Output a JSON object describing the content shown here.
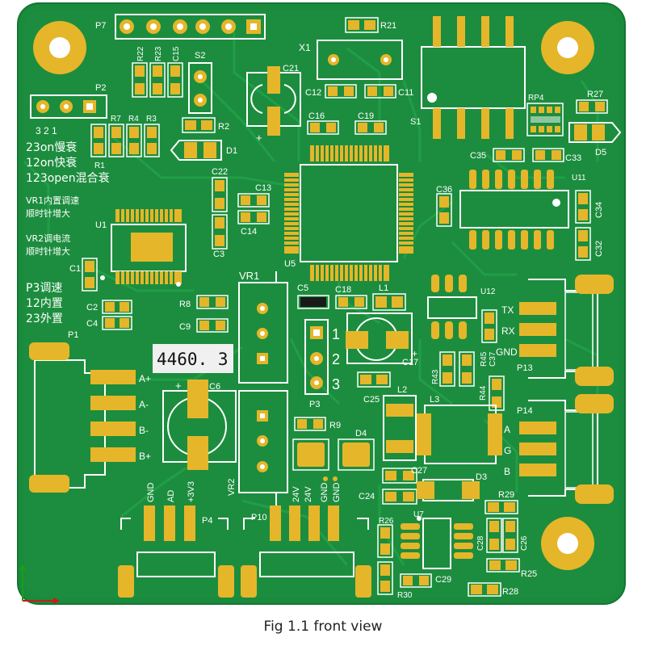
{
  "caption": "Fig 1.1 front view",
  "colors": {
    "board": "#1a8a3c",
    "board_edge": "#157532",
    "trace": "#22a048",
    "copper": "#e5b629",
    "silkscreen": "#ffffff",
    "axis_x": "#d01818",
    "axis_y": "#19a019"
  },
  "designators": {
    "P7": "P7",
    "R22": "R22",
    "R23": "R23",
    "C15": "C15",
    "S2": "S2",
    "R21": "R21",
    "X1": "X1",
    "C21": "C21",
    "C12": "C12",
    "C11": "C11",
    "P2": "P2",
    "R7": "R7",
    "R4": "R4",
    "R3": "R3",
    "R1": "R1",
    "R2": "R2",
    "D1": "D1",
    "C16": "C16",
    "C19": "C19",
    "S1": "S1",
    "RP4": "RP4",
    "R27": "R27",
    "D5": "D5",
    "C35": "C35",
    "C33": "C33",
    "C22": "C22",
    "C13": "C13",
    "C14": "C14",
    "U1": "U1",
    "C3": "C3",
    "C1": "C1",
    "U5": "U5",
    "C36": "C36",
    "U11": "U11",
    "C34": "C34",
    "C32": "C32",
    "VR1": "VR1",
    "C5": "C5",
    "C18": "C18",
    "L1": "L1",
    "U12": "U12",
    "C2": "C2",
    "C4": "C4",
    "R8": "R8",
    "C9": "C9",
    "P1": "P1",
    "C6": "C6",
    "C17": "C17",
    "P3": "P3",
    "R45": "R45",
    "C37": "C37",
    "R43": "R43",
    "P13": "P13",
    "C25": "C25",
    "L2": "L2",
    "L3": "L3",
    "R44": "R44",
    "P14": "P14",
    "R9": "R9",
    "D4": "D4",
    "VR2": "VR2",
    "C27": "C27",
    "D3": "D3",
    "C24": "C24",
    "R29": "R29",
    "P4": "P4",
    "P10": "P10",
    "R26": "R26",
    "U7": "U7",
    "C28": "C28",
    "C26": "C26",
    "C29": "C29",
    "R25": "R25",
    "R28": "R28",
    "R30": "R30"
  },
  "labels": {
    "pin_321": "3  2  1",
    "note_23on": "23on慢衰",
    "note_12on": "12on快衰",
    "note_123open": "123open混合衰",
    "vr1_note_1": "VR1内置调速",
    "vr1_note_2": "顺时针增大",
    "vr2_note_1": "VR2调电流",
    "vr2_note_2": "顺时针增大",
    "p3_note_1": "P3调速",
    "p3_note_2": "12内置",
    "p3_note_3": "23外置",
    "display_value": "4460. 3",
    "motor_a_plus": "A+",
    "motor_a_minus": "A-",
    "motor_b_minus": "B-",
    "motor_b_plus": "B+",
    "p3_pin1": "1",
    "p3_pin2": "2",
    "p3_pin3": "3",
    "tx": "TX",
    "rx": "RX",
    "gnd": "GND",
    "a": "A",
    "g": "G",
    "b": "B",
    "p4_gnd": "GND",
    "p4_ad": "AD",
    "p4_3v3": "+3V3",
    "p10_24v_1": "24V",
    "p10_24v_2": "24V",
    "p10_gnd_1": "GND",
    "p10_gnd_2": "GND",
    "plus": "+"
  }
}
